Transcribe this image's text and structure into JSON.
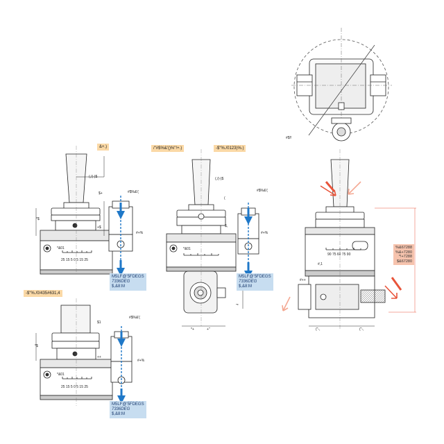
{
  "tags": {
    "top_left_spindle": "&+.)",
    "top_mid_spindle": "/\"#$%&'()%\"!+.)",
    "top_mid_right": "-$\"%./0123)%.)",
    "left_lower": "-$\"%./0/435#631,4"
  },
  "dims": {
    "a_top": "(,/)-)$",
    "b_top": "(,/)-)$",
    "s_plus": "$+",
    "pct": "#$%&'(",
    "s_star": "*$",
    "plus_s": "+$",
    "hash_pct": "#+%",
    "amp01": "*&01",
    "paren": "(",
    "s_comma": "$,",
    "quote_star": "\"*",
    "star_sum": "*+",
    "plus_star": "+\"",
    "sharp1": "#,1",
    "sharp_pp": "#++",
    "rbl": "(\"-,",
    "rbr": "(\"-,",
    "hash_s": "#$!!",
    "s1": "$1",
    "star_s": "*$",
    "plus_plus": "++",
    "scale_nums_1": "25  15  5  0  5  15  25",
    "scale_nums_3": "90  75  60  75  90"
  },
  "blocks": {
    "b1": [
      "M5LF@'5FDEGS",
      "7336DEG",
      "$,&8:M"
    ],
    "b2": [
      "M5LF@'5FDEGS",
      "7336DEG",
      "$,&8:M"
    ],
    "b3": [
      "M5LF@'5FDEGS",
      "7336DEG",
      "$,&8:M"
    ],
    "right_info": [
      "%&67288",
      "%&+7280",
      "*!+7288",
      "$&67280"
    ]
  },
  "colors": {
    "orange_tag": "#fbd9a6",
    "salmon_tag": "#f6c3ad",
    "blue_block": "#c7ddf0",
    "arrow_blue": "#1f78c8",
    "arrow_red": "#e8543a"
  }
}
